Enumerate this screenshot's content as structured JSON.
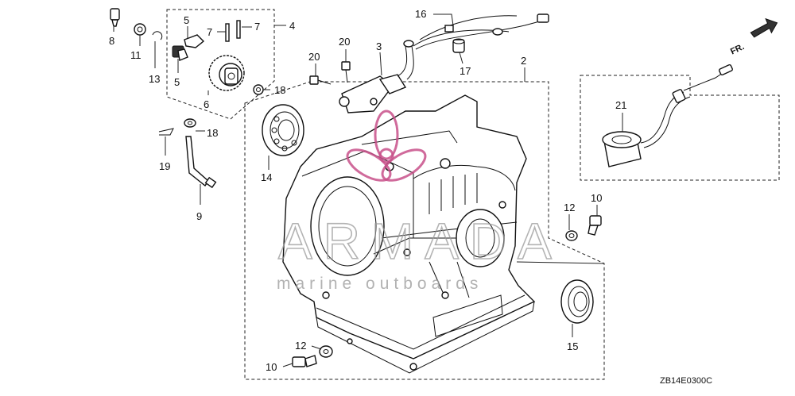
{
  "diagram": {
    "callouts": [
      {
        "id": "c8",
        "text": "8"
      },
      {
        "id": "c11",
        "text": "11"
      },
      {
        "id": "c13",
        "text": "13"
      },
      {
        "id": "c5a",
        "text": "5"
      },
      {
        "id": "c5b",
        "text": "5"
      },
      {
        "id": "c7a",
        "text": "7"
      },
      {
        "id": "c7b",
        "text": "7"
      },
      {
        "id": "c4",
        "text": "4"
      },
      {
        "id": "c6",
        "text": "6"
      },
      {
        "id": "c18a",
        "text": "18"
      },
      {
        "id": "c18b",
        "text": "18"
      },
      {
        "id": "c19",
        "text": "19"
      },
      {
        "id": "c9",
        "text": "9"
      },
      {
        "id": "c16",
        "text": "16"
      },
      {
        "id": "c20a",
        "text": "20"
      },
      {
        "id": "c20b",
        "text": "20"
      },
      {
        "id": "c3",
        "text": "3"
      },
      {
        "id": "c17",
        "text": "17"
      },
      {
        "id": "c2",
        "text": "2"
      },
      {
        "id": "c14",
        "text": "14"
      },
      {
        "id": "c21",
        "text": "21"
      },
      {
        "id": "c12a",
        "text": "12"
      },
      {
        "id": "c10a",
        "text": "10"
      },
      {
        "id": "c12b",
        "text": "12"
      },
      {
        "id": "c10b",
        "text": "10"
      },
      {
        "id": "c15",
        "text": "15"
      }
    ],
    "direction_label": "FR.",
    "drawing_code": "ZB14E0300C",
    "watermark": {
      "brand": "ARMADA",
      "tagline": "marine outboards",
      "accent_color": "#c8508a"
    }
  }
}
